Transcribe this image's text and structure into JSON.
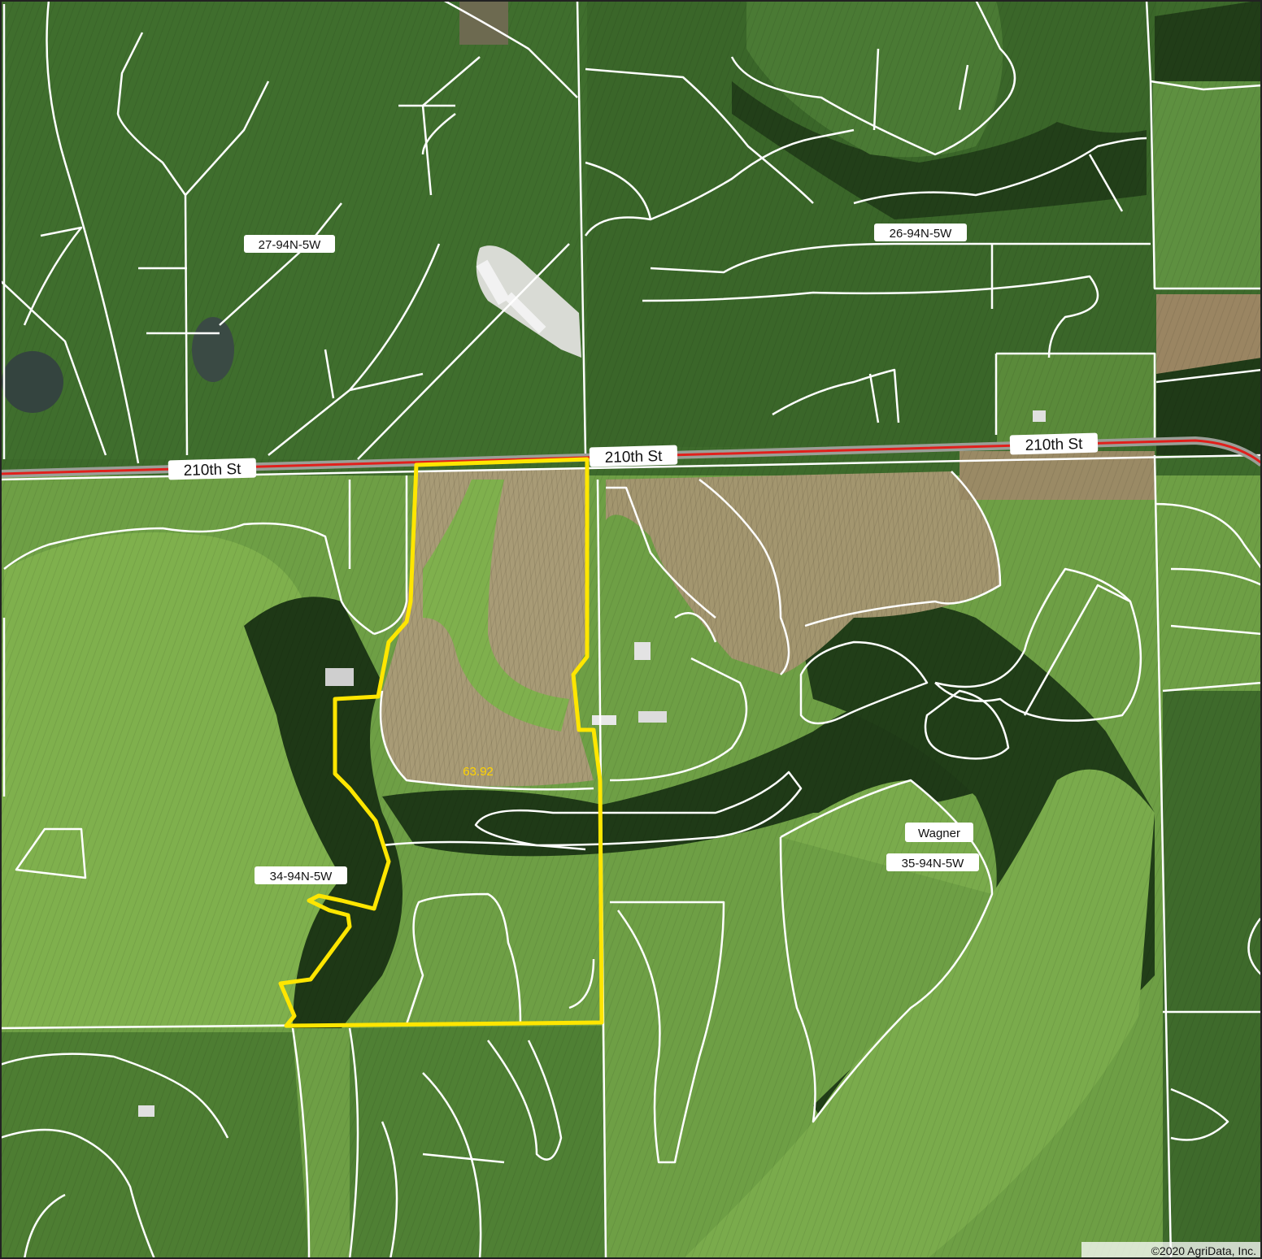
{
  "map": {
    "sections": [
      "27-94N-5W",
      "26-94N-5W",
      "34-94N-5W",
      "35-94N-5W"
    ],
    "road": "210th St",
    "owner": "Wagner",
    "acreage": "63.92",
    "copyright": "©2020 AgriData, Inc."
  },
  "colors": {
    "field_dark": "#3f6b2c",
    "field_light": "#7aa84a",
    "tilled": "#a89b76",
    "forest": "#1f3a17",
    "field_boundary": "#ffffff",
    "parcel_boundary": "#ffe600",
    "road_line": "#e0201c"
  }
}
